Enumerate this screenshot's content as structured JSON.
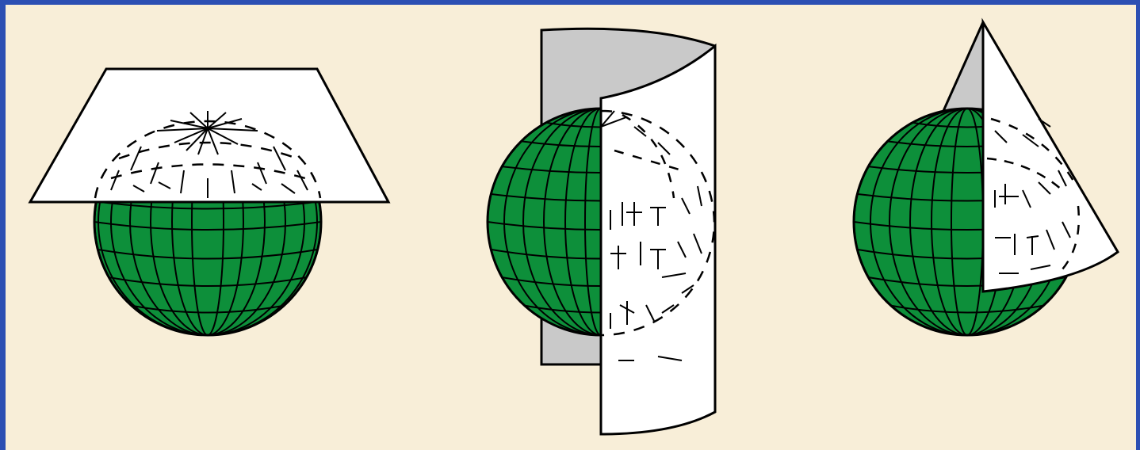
{
  "colors": {
    "border": "#2c4fb3",
    "background": "#f8eed8",
    "globe": "#0d8f3a",
    "paper": "#ffffff",
    "paper_back": "#c9c9c9",
    "line": "#000000"
  },
  "panels": [
    {
      "projection": "planar",
      "depiction": "plane-tangent-at-pole"
    },
    {
      "projection": "cylindrical",
      "depiction": "cylinder-wrapped-around-globe"
    },
    {
      "projection": "conic",
      "depiction": "cone-over-globe"
    }
  ]
}
